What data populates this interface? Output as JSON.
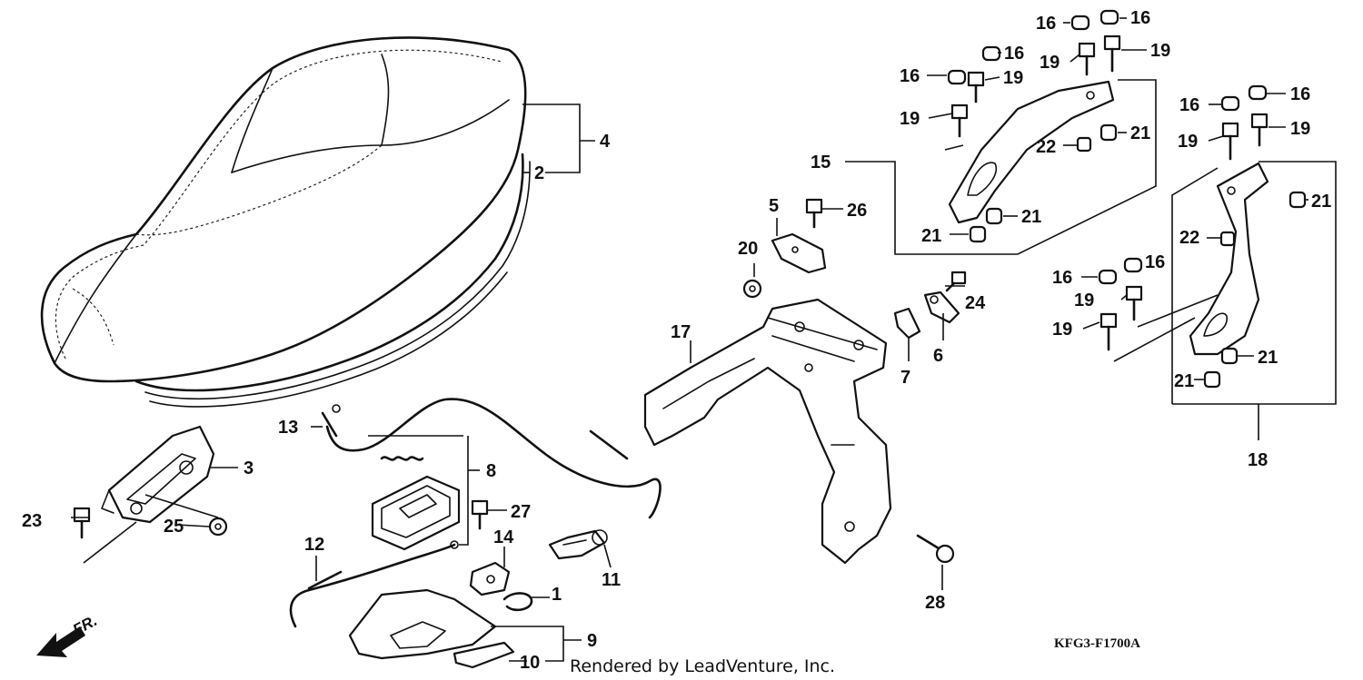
{
  "callouts": [
    {
      "id": "c1",
      "label": "1"
    },
    {
      "id": "c2",
      "label": "2"
    },
    {
      "id": "c3",
      "label": "3"
    },
    {
      "id": "c4",
      "label": "4"
    },
    {
      "id": "c5",
      "label": "5"
    },
    {
      "id": "c6",
      "label": "6"
    },
    {
      "id": "c7",
      "label": "7"
    },
    {
      "id": "c8",
      "label": "8"
    },
    {
      "id": "c9",
      "label": "9"
    },
    {
      "id": "c10",
      "label": "10"
    },
    {
      "id": "c11",
      "label": "11"
    },
    {
      "id": "c12",
      "label": "12"
    },
    {
      "id": "c13",
      "label": "13"
    },
    {
      "id": "c14",
      "label": "14"
    },
    {
      "id": "c15",
      "label": "15"
    },
    {
      "id": "c16a",
      "label": "16"
    },
    {
      "id": "c16b",
      "label": "16"
    },
    {
      "id": "c16c",
      "label": "16"
    },
    {
      "id": "c16d",
      "label": "16"
    },
    {
      "id": "c16e",
      "label": "16"
    },
    {
      "id": "c16f",
      "label": "16"
    },
    {
      "id": "c16g",
      "label": "16"
    },
    {
      "id": "c16h",
      "label": "16"
    },
    {
      "id": "c17",
      "label": "17"
    },
    {
      "id": "c18",
      "label": "18"
    },
    {
      "id": "c19a",
      "label": "19"
    },
    {
      "id": "c19b",
      "label": "19"
    },
    {
      "id": "c19c",
      "label": "19"
    },
    {
      "id": "c19d",
      "label": "19"
    },
    {
      "id": "c19e",
      "label": "19"
    },
    {
      "id": "c19f",
      "label": "19"
    },
    {
      "id": "c19g",
      "label": "19"
    },
    {
      "id": "c19h",
      "label": "19"
    },
    {
      "id": "c20",
      "label": "20"
    },
    {
      "id": "c21a",
      "label": "21"
    },
    {
      "id": "c21b",
      "label": "21"
    },
    {
      "id": "c21c",
      "label": "21"
    },
    {
      "id": "c21d",
      "label": "21"
    },
    {
      "id": "c21e",
      "label": "21"
    },
    {
      "id": "c21f",
      "label": "21"
    },
    {
      "id": "c22a",
      "label": "22"
    },
    {
      "id": "c22b",
      "label": "22"
    },
    {
      "id": "c23",
      "label": "23"
    },
    {
      "id": "c24",
      "label": "24"
    },
    {
      "id": "c25",
      "label": "25"
    },
    {
      "id": "c26",
      "label": "26"
    },
    {
      "id": "c27",
      "label": "27"
    },
    {
      "id": "c28",
      "label": "28"
    }
  ],
  "direction_label": "FR.",
  "diagram_code": "KFG3-F1700A",
  "credit": "Rendered by LeadVenture, Inc."
}
